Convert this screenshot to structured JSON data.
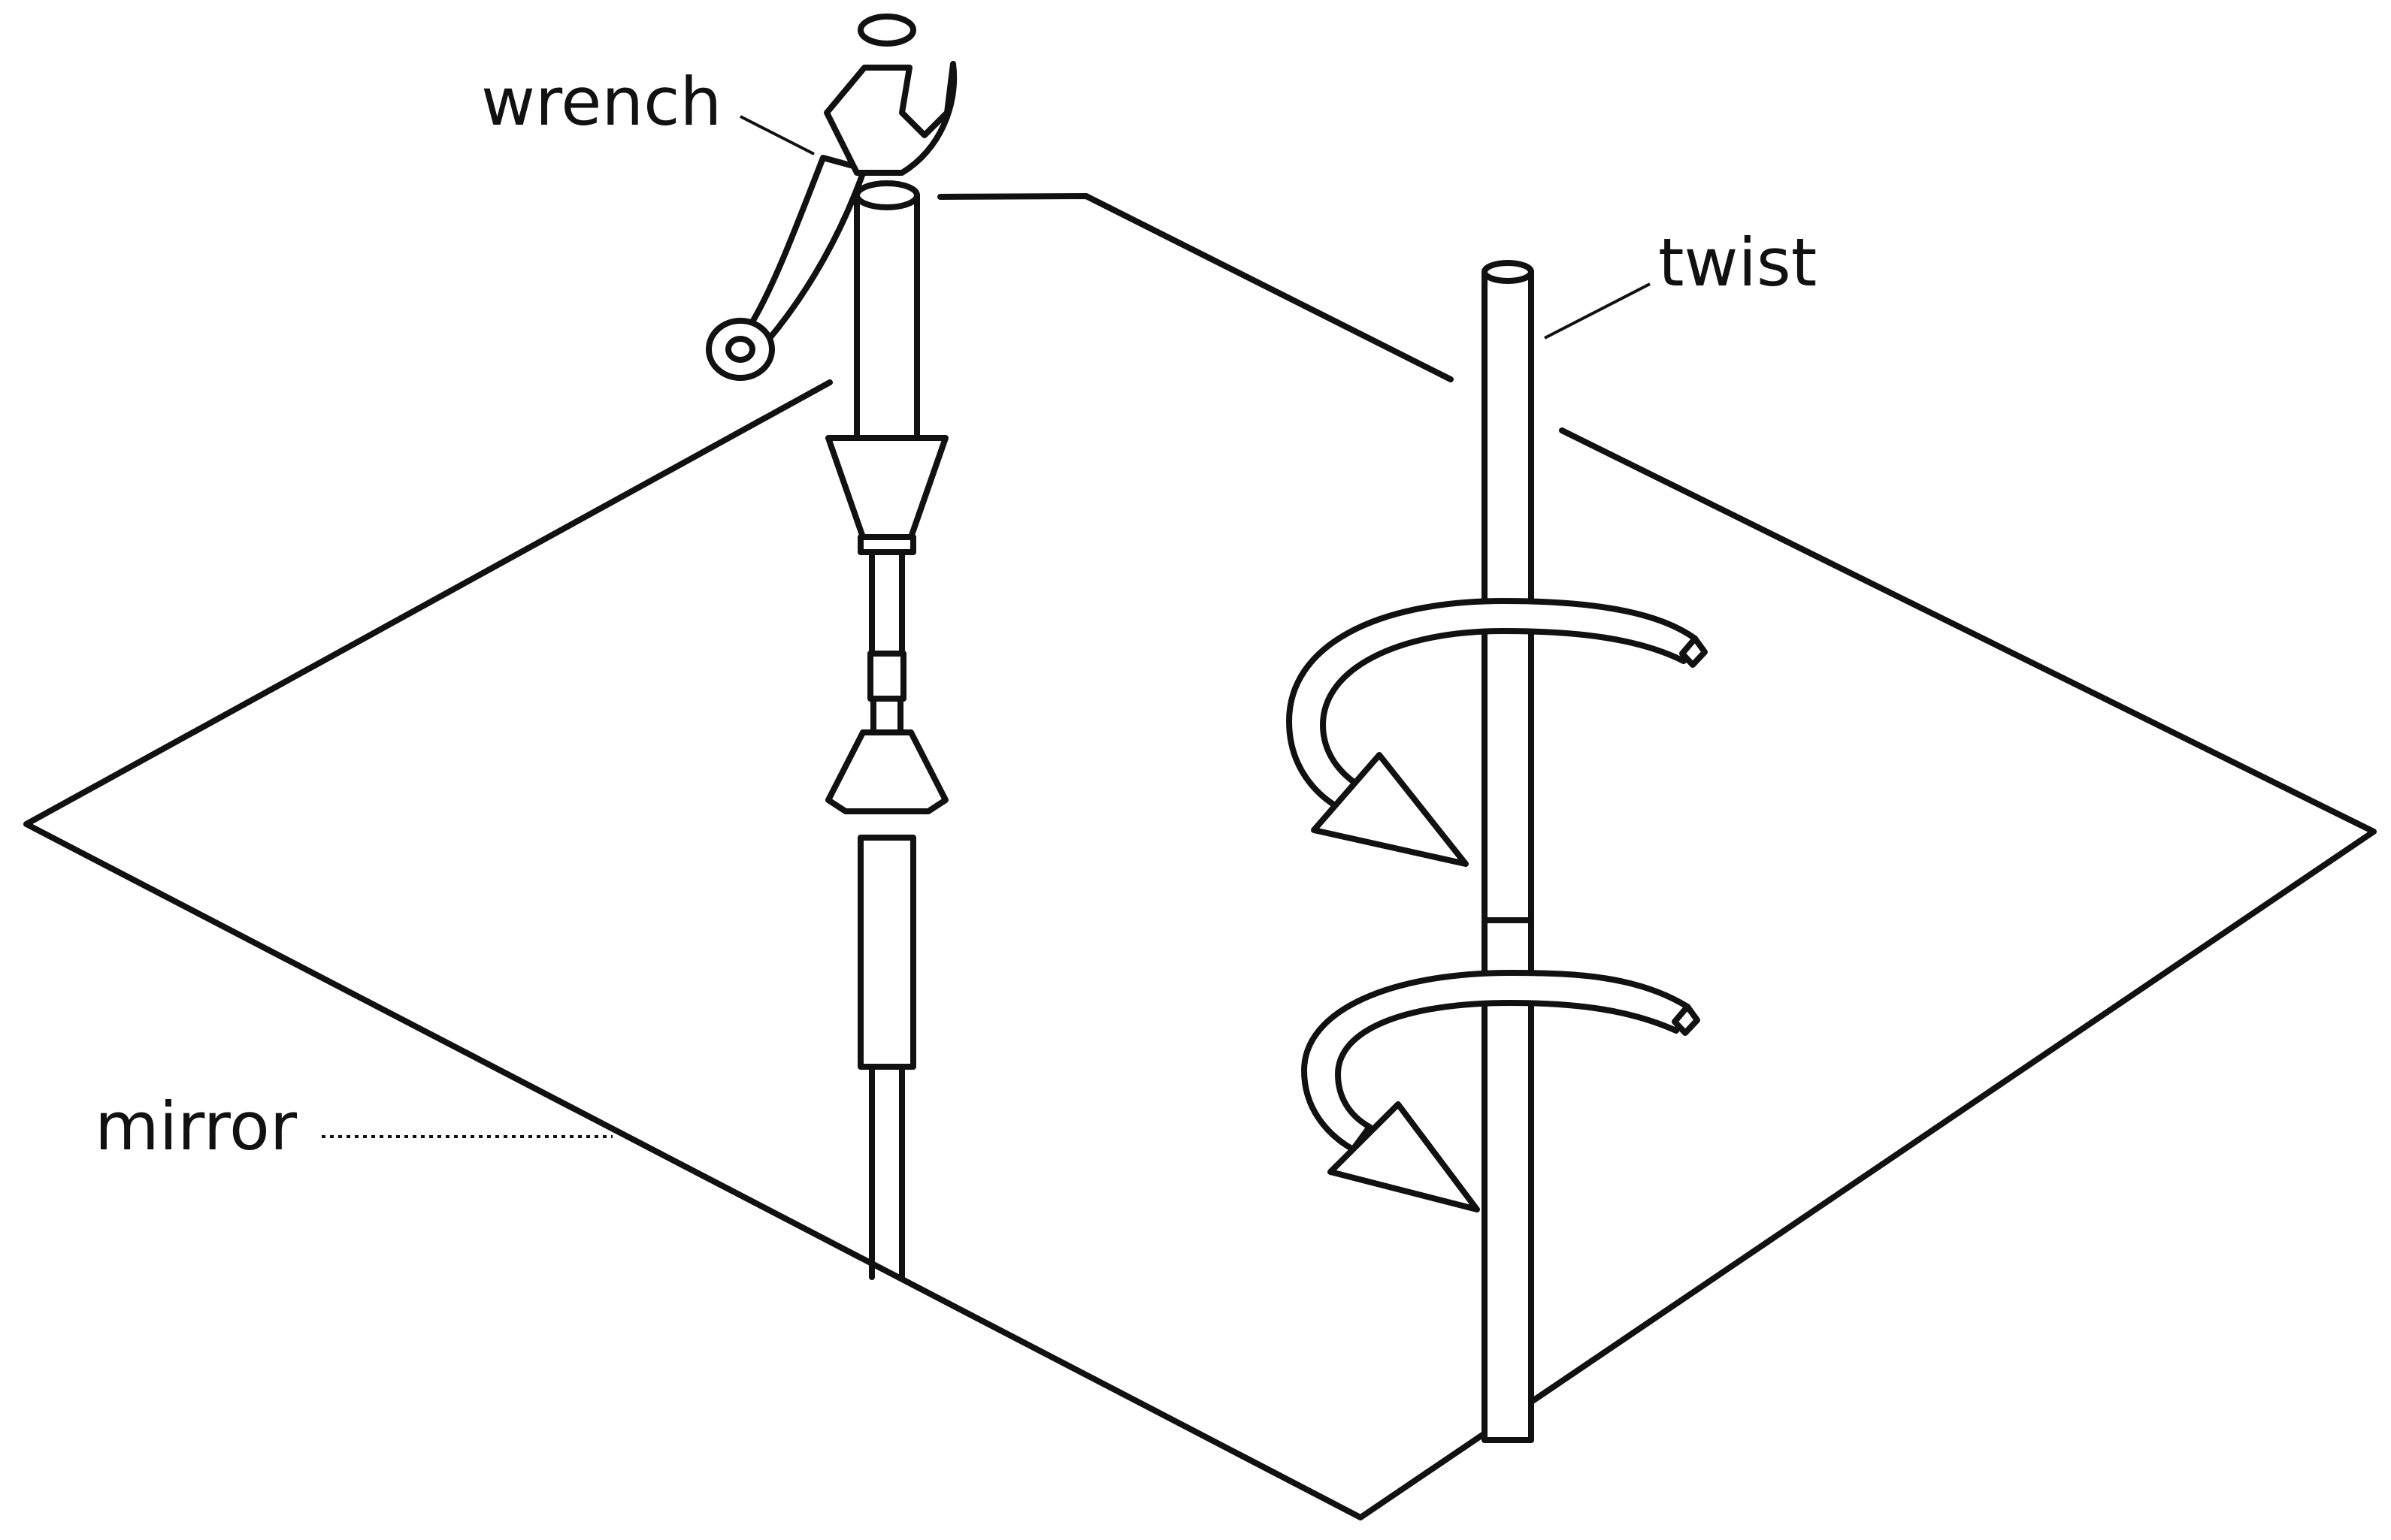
{
  "labels": {
    "wrench": "wrench",
    "twist": "twist",
    "mirror": "mirror"
  },
  "colors": {
    "ink": "#111111",
    "background": "#ffffff"
  }
}
